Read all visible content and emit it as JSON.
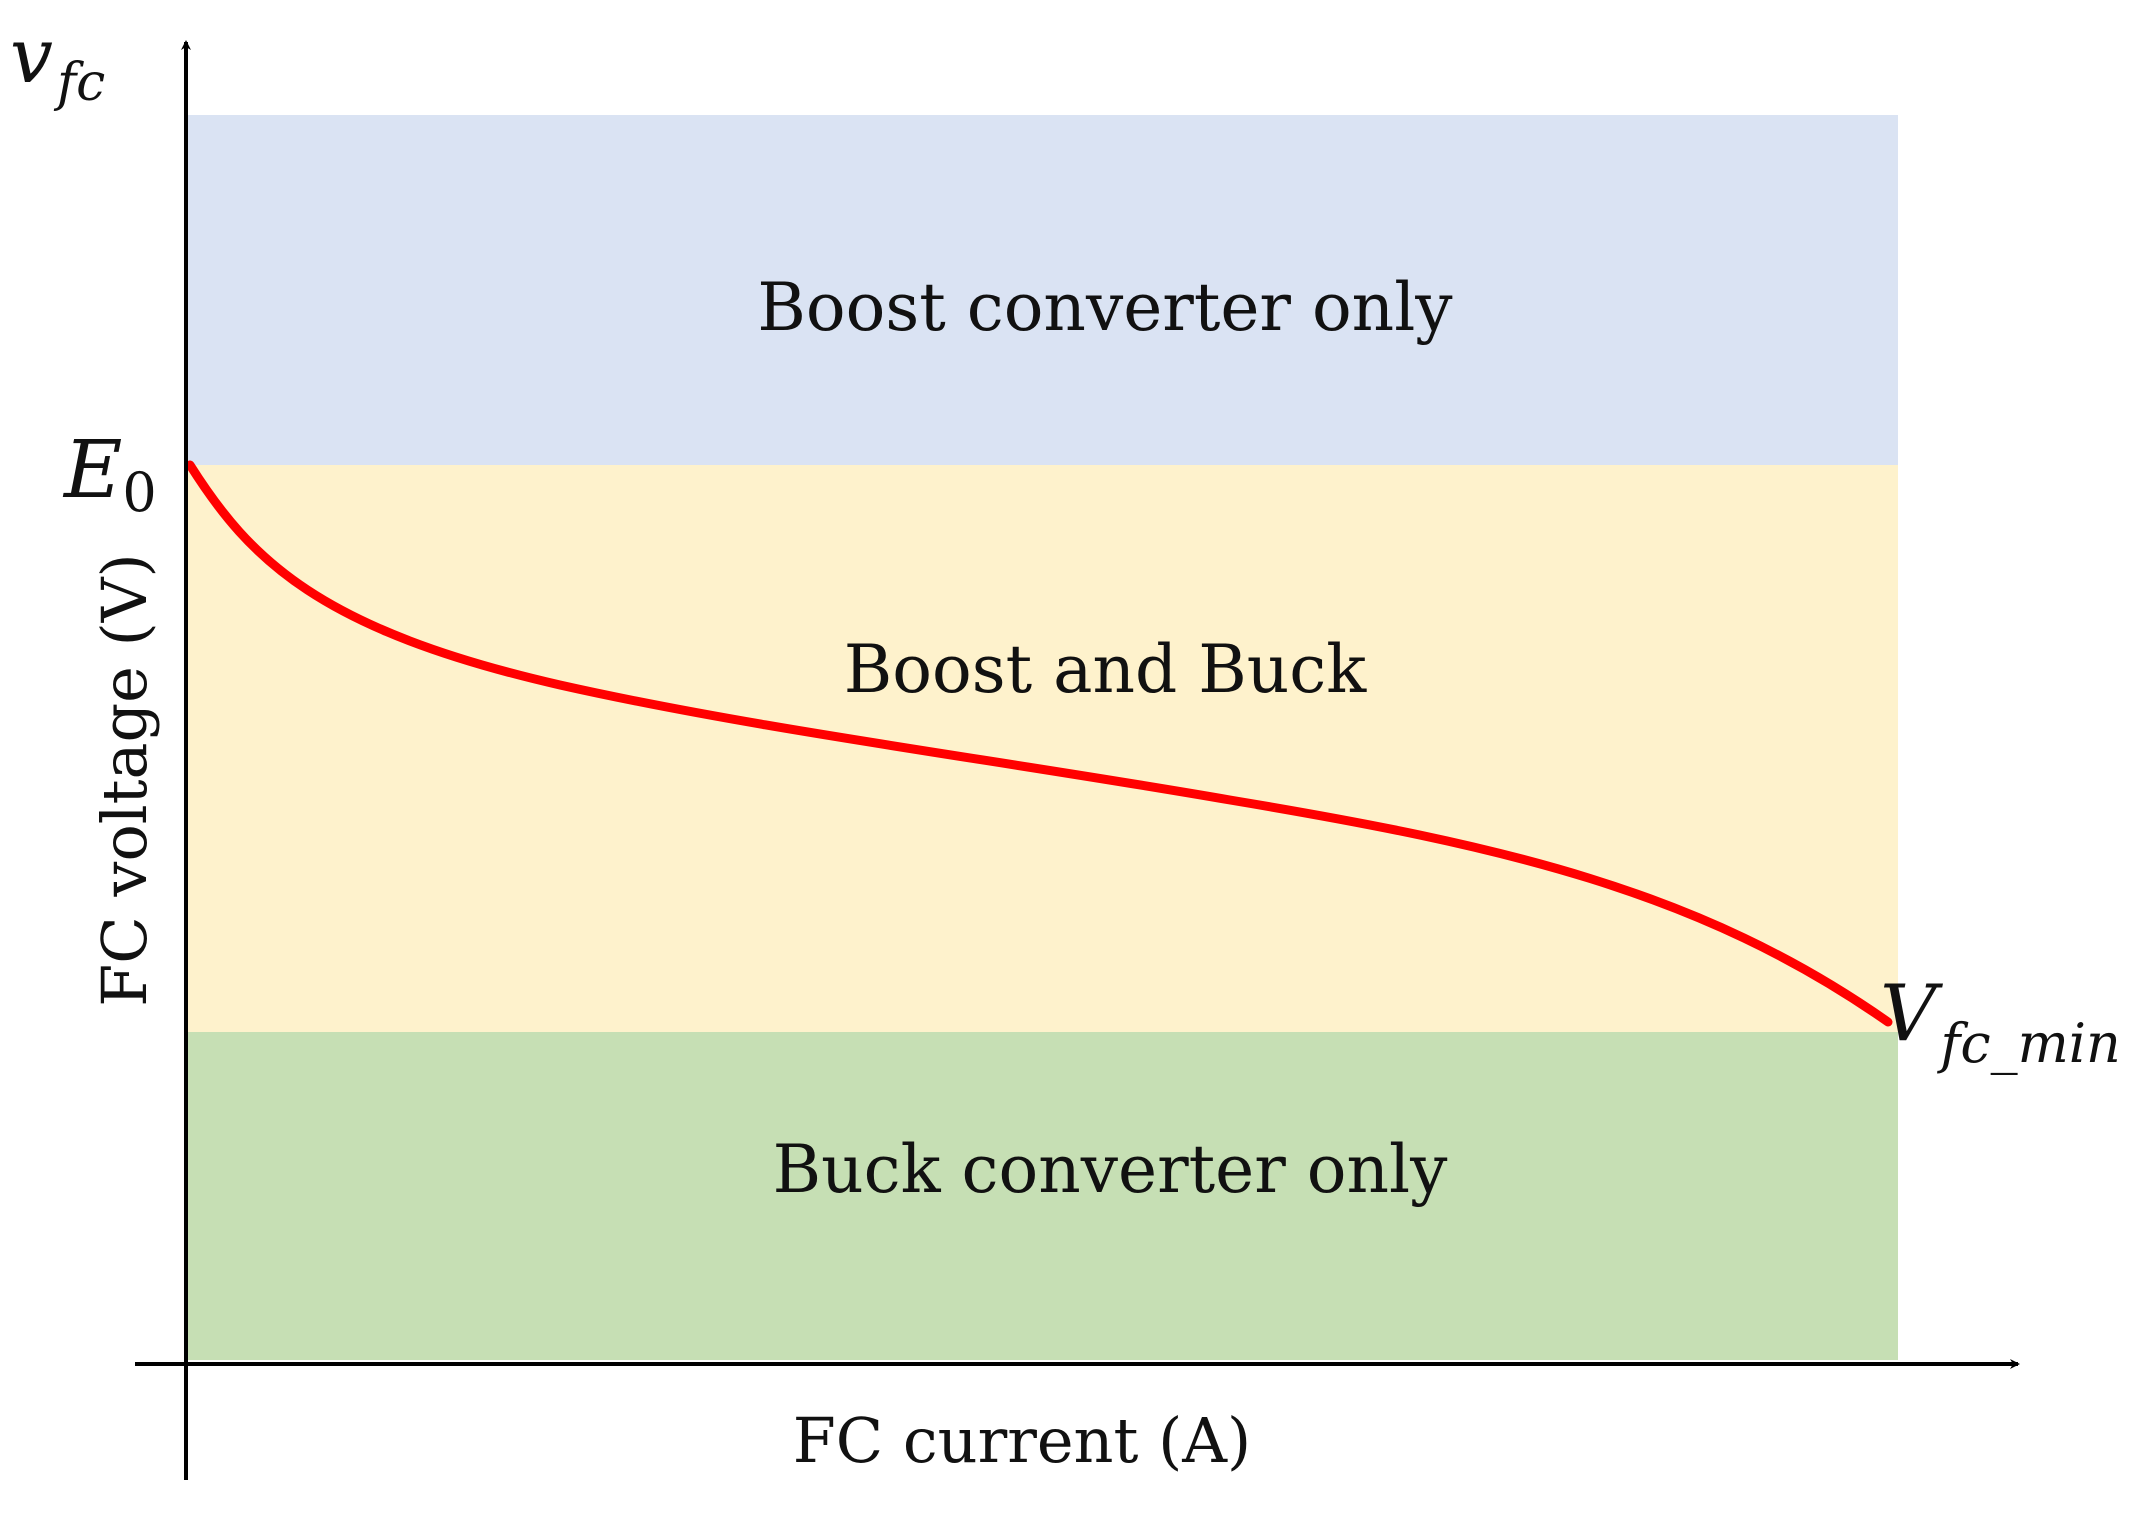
{
  "diagram": {
    "y_axis_symbol": {
      "main": "v",
      "sub": "fc"
    },
    "y_axis_title": "FC voltage (V)",
    "x_axis_title": "FC current (A)",
    "curve_start_label": {
      "main": "E",
      "sub": "0"
    },
    "curve_end_label": {
      "main": "V",
      "sub": "fc_min"
    },
    "regions": [
      {
        "label": "Boost converter only",
        "color": "#dae3f3"
      },
      {
        "label": "Boost and Buck",
        "color": "#fef2cc"
      },
      {
        "label": "Buck converter only",
        "color": "#c6dfb4"
      }
    ],
    "curve_color": "#ff0000",
    "axis_color": "#000000"
  }
}
